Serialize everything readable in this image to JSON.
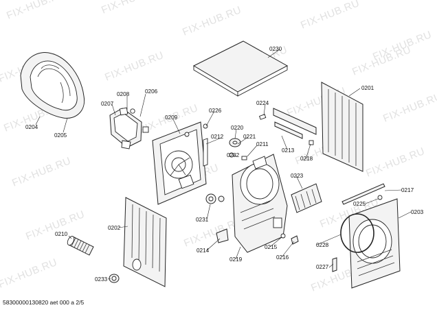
{
  "watermark": {
    "text": "FIX-HUB.RU"
  },
  "part_labels": {
    "p0201": "0201",
    "p0202": "0202",
    "p0203": "0203",
    "p0204": "0204",
    "p0205": "0205",
    "p0206": "0206",
    "p0207": "0207",
    "p0208": "0208",
    "p0209": "0209",
    "p0210": "0210",
    "p0211": "0211",
    "p0212": "0212",
    "p0213": "0213",
    "p0214": "0214",
    "p0215": "0215",
    "p0216": "0216",
    "p0217": "0217",
    "p0218": "0218",
    "p0219": "0219",
    "p0220": "0220",
    "p0221": "0221",
    "p0223": "0223",
    "p0224": "0224",
    "p0225": "0225",
    "p0226": "0226",
    "p0227": "0227",
    "p0228": "0228",
    "p0230": "0230",
    "p0231": "0231",
    "p0232": "0232",
    "p0233": "0233"
  },
  "footer": {
    "text": "58300000130820 aet 000 a 2/5"
  }
}
